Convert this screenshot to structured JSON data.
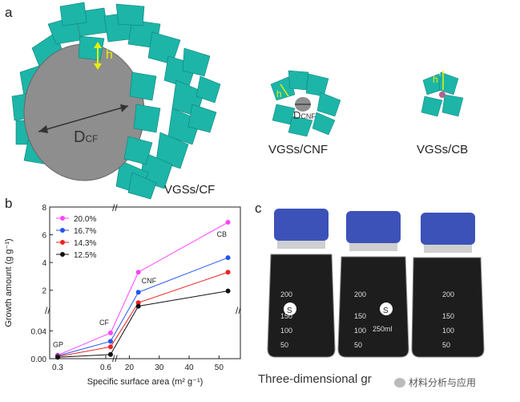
{
  "panel_a": {
    "letter": "a",
    "h_label": "h",
    "d_cf": "D",
    "d_cf_sub": "CF",
    "d_cnf": "D",
    "d_cnf_sub": "CNF",
    "caption_cf": "VGSs/CF",
    "caption_cnf": "VGSs/CNF",
    "caption_cb": "VGSs/CB"
  },
  "panel_b": {
    "letter": "b"
  },
  "panel_c": {
    "letter": "c",
    "caption": "Three-dimensional gr",
    "watermark": "材料分析与应用",
    "bottle_logo": "S",
    "bottle_scale": [
      "200",
      "150",
      "100",
      "50"
    ],
    "bottle_volume": "250ml"
  },
  "chart_data": {
    "type": "line",
    "xlabel": "Specific surface area (m² g⁻¹)",
    "ylabel": "Growth amount (g g⁻¹)",
    "x_ticks_low": [
      "0.3",
      "0.6"
    ],
    "x_ticks_high": [
      "20",
      "30",
      "40",
      "50"
    ],
    "y_ticks_low": [
      "0.00",
      "0.04"
    ],
    "y_ticks_high": [
      "2",
      "4",
      "6",
      "8"
    ],
    "x_broken_axis": [
      0.3,
      0.65,
      18,
      55
    ],
    "y_broken_axis": [
      0,
      0.06,
      1,
      8
    ],
    "point_labels": [
      "GP",
      "CF",
      "CNF",
      "CB"
    ],
    "x": [
      0.3,
      0.63,
      23,
      53
    ],
    "series": [
      {
        "name": "20.0%",
        "color": "#ff44ff",
        "values": [
          0.005,
          0.037,
          3.3,
          6.9
        ]
      },
      {
        "name": "16.7%",
        "color": "#2255ee",
        "values": [
          0.004,
          0.025,
          1.85,
          4.35
        ]
      },
      {
        "name": "14.3%",
        "color": "#ee2222",
        "values": [
          0.003,
          0.017,
          1.1,
          3.3
        ]
      },
      {
        "name": "12.5%",
        "color": "#111111",
        "values": [
          0.002,
          0.006,
          0.85,
          1.95
        ]
      }
    ]
  }
}
